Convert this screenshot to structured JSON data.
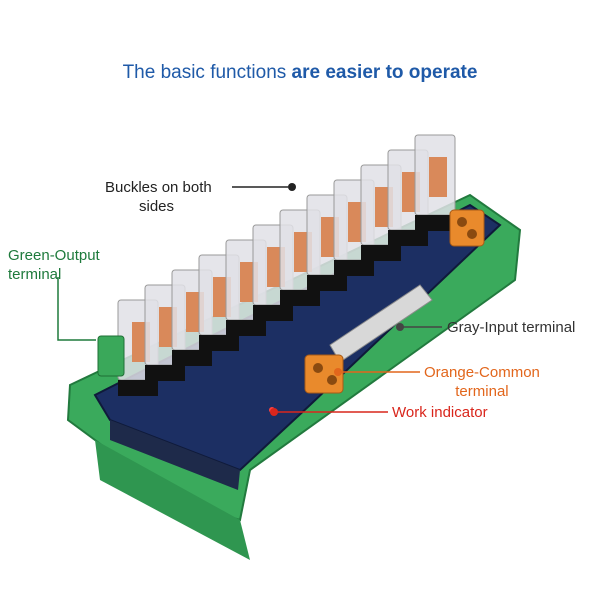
{
  "headline": {
    "normal": "The basic functions ",
    "bold": "are easier to operate",
    "color": "#1f5aa8"
  },
  "callouts": {
    "buckles_line1": "Buckles on both",
    "buckles_line2": "sides",
    "green_line1": "Green-Output",
    "green_line2": "terminal",
    "gray": "Gray-Input terminal",
    "orange_line1": "Orange-Common",
    "orange_line2": "terminal",
    "work": "Work indicator"
  },
  "colors": {
    "green_label": "#1e7a3c",
    "orange_label": "#e2661c",
    "red_label": "#d9261c",
    "dark_label": "#222222",
    "board_blue": "#1c2f63",
    "rail_green": "#34a853"
  }
}
